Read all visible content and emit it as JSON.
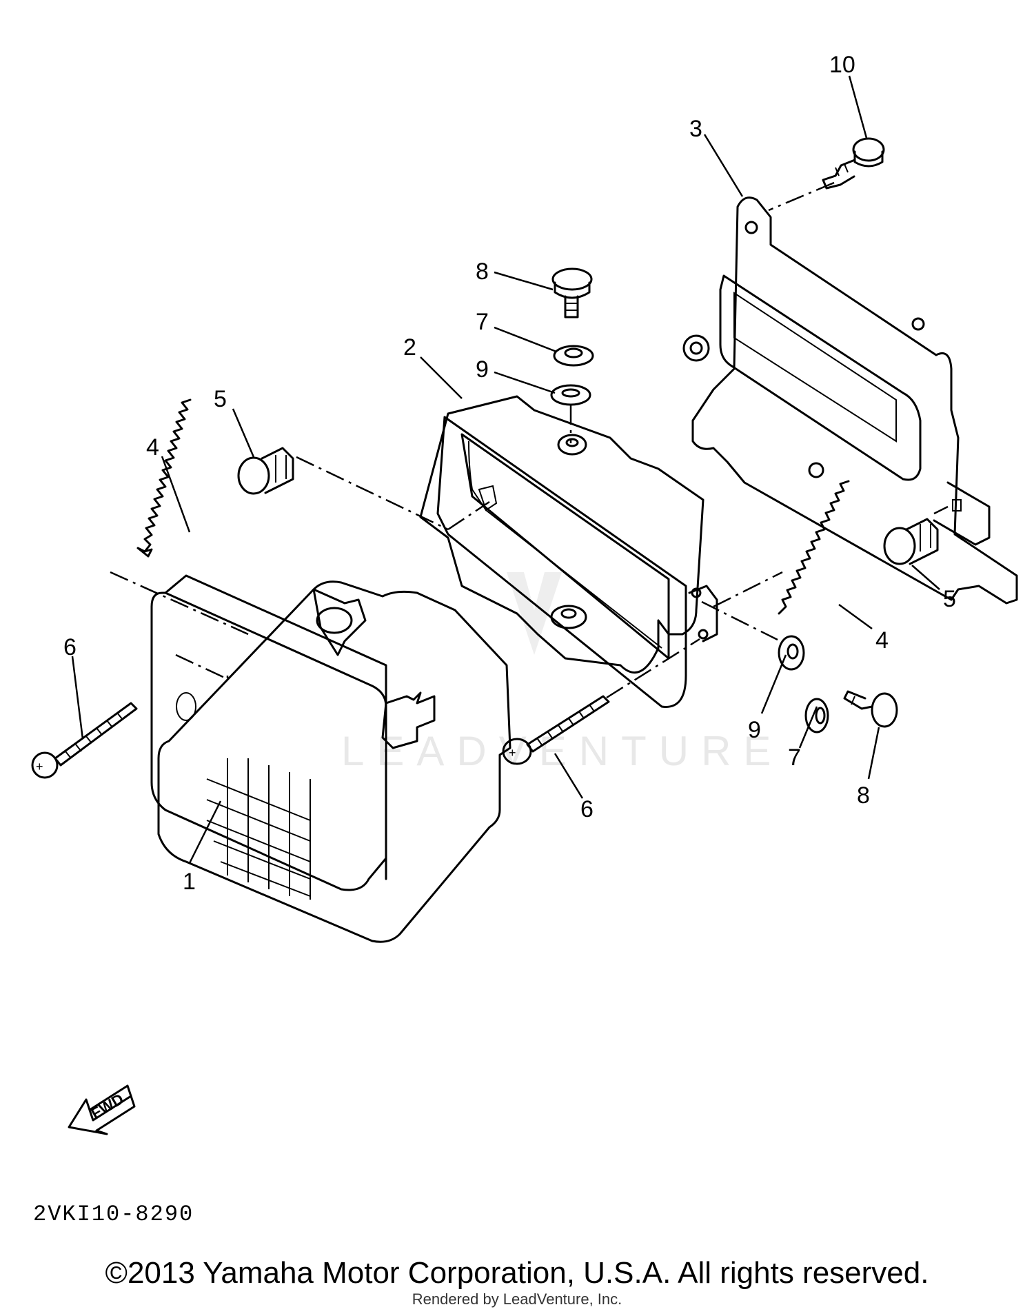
{
  "callouts": {
    "c1": "1",
    "c2": "2",
    "c3": "3",
    "c4a": "4",
    "c4b": "4",
    "c5a": "5",
    "c5b": "5",
    "c6a": "6",
    "c6b": "6",
    "c7a": "7",
    "c7b": "7",
    "c8a": "8",
    "c8b": "8",
    "c9a": "9",
    "c9b": "9",
    "c10": "10"
  },
  "fwd_label": "FWD",
  "diagram_code": "2VKI10-8290",
  "watermark": "LEADVENTURE",
  "copyright": "©2013 Yamaha Motor Corporation, U.S.A. All rights reserved.",
  "rendered_by": "Rendered by LeadVenture, Inc."
}
